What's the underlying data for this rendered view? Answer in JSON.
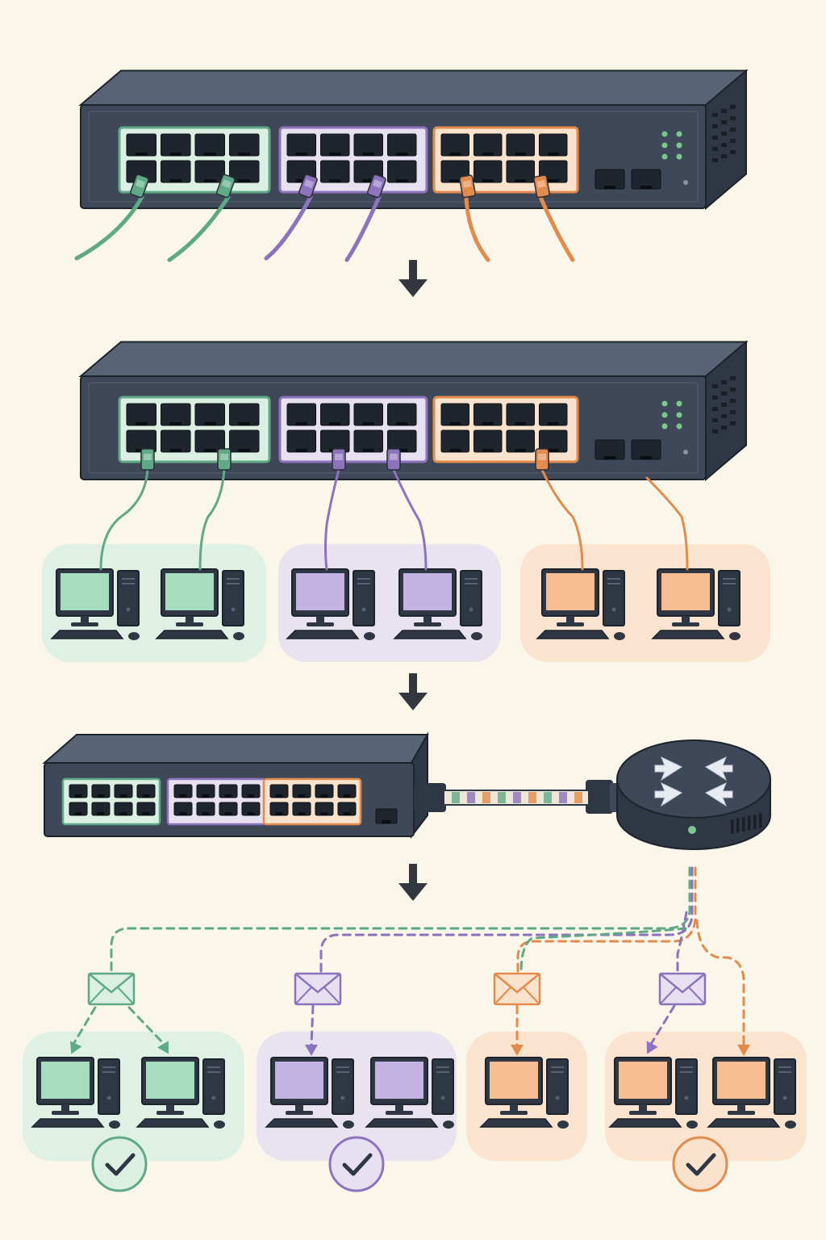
{
  "diagram": {
    "type": "vlan-network-illustration",
    "stages": [
      {
        "name": "switch-with-port-groups",
        "groups": [
          "green",
          "purple",
          "orange"
        ],
        "cables_per_group": 2
      },
      {
        "name": "switch-connected-to-computers",
        "groups": [
          "green",
          "purple",
          "orange"
        ],
        "computers_per_group": 2
      },
      {
        "name": "switch-trunk-to-router",
        "link": "trunk"
      },
      {
        "name": "tagged-delivery-to-groups",
        "groups": [
          "green",
          "purple",
          "orange-1",
          "orange-2"
        ],
        "confirmed_groups": [
          "green",
          "purple",
          "orange-2"
        ]
      }
    ],
    "icons": [
      "switch-icon",
      "ethernet-cable-icon",
      "computer-icon",
      "router-icon",
      "envelope-icon",
      "check-icon",
      "arrow-down-icon"
    ]
  },
  "colors": {
    "background": "#fbf6ea",
    "device": "#3e4858",
    "device_top": "#586475",
    "device_dark": "#2f3744",
    "green": "#5fa987",
    "green_light": "#dcefe3",
    "green_screen": "#a6dcc0",
    "purple": "#8d72bd",
    "purple_light": "#e7e0f0",
    "purple_screen": "#c3b4e4",
    "orange": "#e38b4c",
    "orange_light": "#fbe2cc",
    "orange_screen": "#f6bd92",
    "arrow": "#33383f"
  }
}
